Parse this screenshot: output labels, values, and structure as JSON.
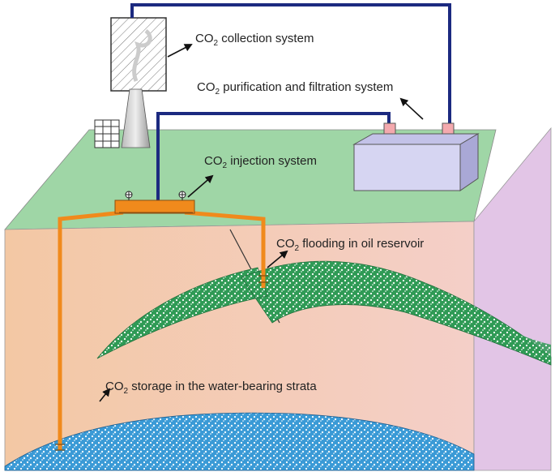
{
  "labels": {
    "collection": {
      "prefix": "CO",
      "sub": "2",
      "text": " collection system"
    },
    "purification": {
      "prefix": "CO",
      "sub": "2",
      "text": " purification and filtration system"
    },
    "injection": {
      "prefix": "CO",
      "sub": "2",
      "text": " injection system"
    },
    "flooding": {
      "prefix": "CO",
      "sub": "2",
      "text": " flooding in oil reservoir"
    },
    "storage": {
      "prefix": "CO",
      "sub": "2",
      "text": " storage in the water-bearing strata"
    }
  },
  "colors": {
    "surface": "#9fd6a6",
    "soil_left": "#f3c8a4",
    "soil_right": "#f4cfc8",
    "side_face": "#e2c5e6",
    "oil_reservoir": "#2f9a55",
    "water_strata": "#3a9ad6",
    "pipe_blue": "#1c2a80",
    "pipe_orange": "#f08a1c",
    "tank_fill": "#d6d5f2",
    "tank_cap": "#f4a9ae"
  },
  "icons": [
    "chimney-icon",
    "building-icon",
    "valve-icon",
    "arrow-icon"
  ]
}
